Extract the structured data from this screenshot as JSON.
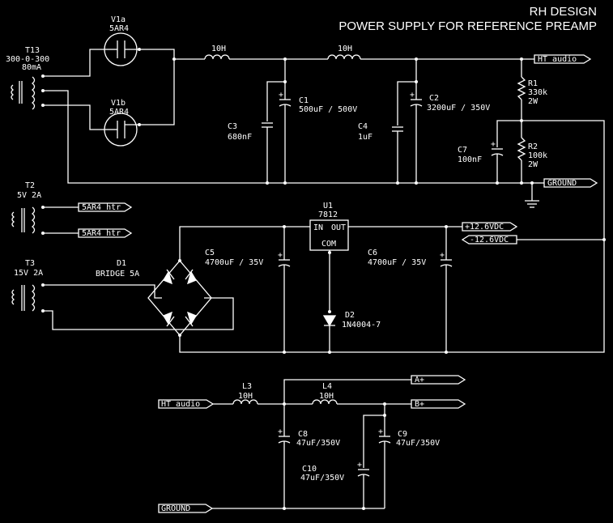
{
  "header": {
    "line1": "RH DESIGN",
    "line2": "POWER SUPPLY FOR REFERENCE PREAMP"
  },
  "transformers": {
    "t13": {
      "ref": "T13",
      "rating": "300-0-300",
      "current": "80mA"
    },
    "t2": {
      "ref": "T2",
      "rating": "5V 2A"
    },
    "t3": {
      "ref": "T3",
      "rating": "15V 2A"
    }
  },
  "tubes": {
    "v1a": {
      "ref": "V1a",
      "type": "5AR4"
    },
    "v1b": {
      "ref": "V1b",
      "type": "5AR4"
    }
  },
  "inductors": {
    "choke1": "10H",
    "choke2": "10H",
    "l3": {
      "ref": "L3",
      "value": "10H"
    },
    "l4": {
      "ref": "L4",
      "value": "10H"
    }
  },
  "capacitors": {
    "c1": {
      "ref": "C1",
      "value": "500uF / 500V"
    },
    "c2": {
      "ref": "C2",
      "value": "3200uF / 350V"
    },
    "c3": {
      "ref": "C3",
      "value": "680nF"
    },
    "c4": {
      "ref": "C4",
      "value": "1uF"
    },
    "c5": {
      "ref": "C5",
      "value": "4700uF / 35V"
    },
    "c6": {
      "ref": "C6",
      "value": "4700uF / 35V"
    },
    "c7": {
      "ref": "C7",
      "value": "100nF"
    },
    "c8": {
      "ref": "C8",
      "value": "47uF/350V"
    },
    "c9": {
      "ref": "C9",
      "value": "47uF/350V"
    },
    "c10": {
      "ref": "C10",
      "value": "47uF/350V"
    }
  },
  "resistors": {
    "r1": {
      "ref": "R1",
      "value": "330k",
      "power": "2W"
    },
    "r2": {
      "ref": "R2",
      "value": "100k",
      "power": "2W"
    }
  },
  "regulator": {
    "ref": "U1",
    "part": "7812",
    "pin_in": "IN",
    "pin_out": "OUT",
    "pin_com": "COM"
  },
  "bridge": {
    "ref": "D1",
    "value": "BRIDGE 5A"
  },
  "diode": {
    "ref": "D2",
    "value": "1N4004-7"
  },
  "ports": {
    "ht_audio_out": "HT audio",
    "ground_out": "GROUND",
    "htr1": "5AR4 htr",
    "htr2": "5AR4 htr",
    "plus12": "+12.6VDC",
    "minus12": "-12.6VDC",
    "ht_audio_in": "HT audio",
    "a_plus": "A+",
    "b_plus": "B+",
    "ground_in": "GROUND"
  },
  "pin_marks": {
    "plus": "+"
  }
}
